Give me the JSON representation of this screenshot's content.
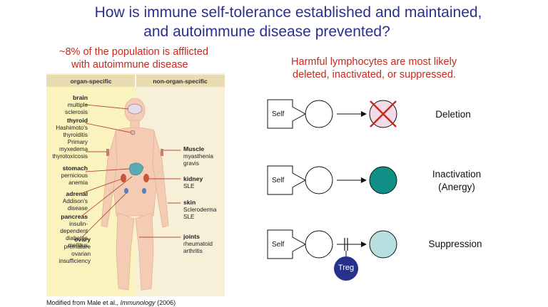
{
  "title": {
    "line1": "How is immune self-tolerance established and maintained,",
    "line2": "and autoimmune disease prevented?"
  },
  "prevalence": {
    "line1": "~8% of the population is afflicted",
    "line2": "with autoimmune disease"
  },
  "columns": {
    "left": "organ-specific",
    "right": "non-organ-specific"
  },
  "organ_specific": [
    {
      "organ": "brain",
      "diseases": [
        "multiple sclerosis"
      ]
    },
    {
      "organ": "thyroid",
      "diseases": [
        "Hashimoto's",
        "thyroiditis",
        "Primary myxedema",
        "thyrotoxicosis"
      ]
    },
    {
      "organ": "stomach",
      "diseases": [
        "pernicious anemia"
      ]
    },
    {
      "organ": "adrenal",
      "diseases": [
        "Addison's disease"
      ]
    },
    {
      "organ": "pancreas",
      "diseases": [
        "insulin-dependent",
        "diabetes mellitus"
      ]
    },
    {
      "organ": "ovary",
      "diseases": [
        "premature",
        "ovarian insufficiency"
      ]
    }
  ],
  "non_organ_specific": [
    {
      "organ": "Muscle",
      "diseases": [
        "myasthenia",
        "gravis"
      ]
    },
    {
      "organ": "kidney",
      "diseases": [
        "SLE"
      ]
    },
    {
      "organ": "skin",
      "diseases": [
        "Scleroderma",
        "SLE"
      ]
    },
    {
      "organ": "joints",
      "diseases": [
        "rheumatoid",
        "arthritis"
      ]
    }
  ],
  "caption": {
    "prefix": "Modified from Male et al., ",
    "book": "Immunology",
    "suffix": " (2006)"
  },
  "mechanism_heading": {
    "line1": "Harmful lymphocytes are most likely",
    "line2": "deleted, inactivated, or suppressed."
  },
  "mechanisms": {
    "self_label": "Self",
    "treg_label": "Treg",
    "deletion": "Deletion",
    "inactivation_line1": "Inactivation",
    "inactivation_line2": "(Anergy)",
    "suppression": "Suppression"
  },
  "colors": {
    "title": "#2b2f8f",
    "highlight_red": "#c8281e",
    "organ_specific_bg": "#fbf3bd",
    "non_organ_specific_bg": "#f8efd8",
    "anergic_cell": "#0f8f86",
    "suppressed_cell": "#b8dfe0",
    "deleted_cell": "#f2dbe8",
    "treg": "#28318a"
  }
}
